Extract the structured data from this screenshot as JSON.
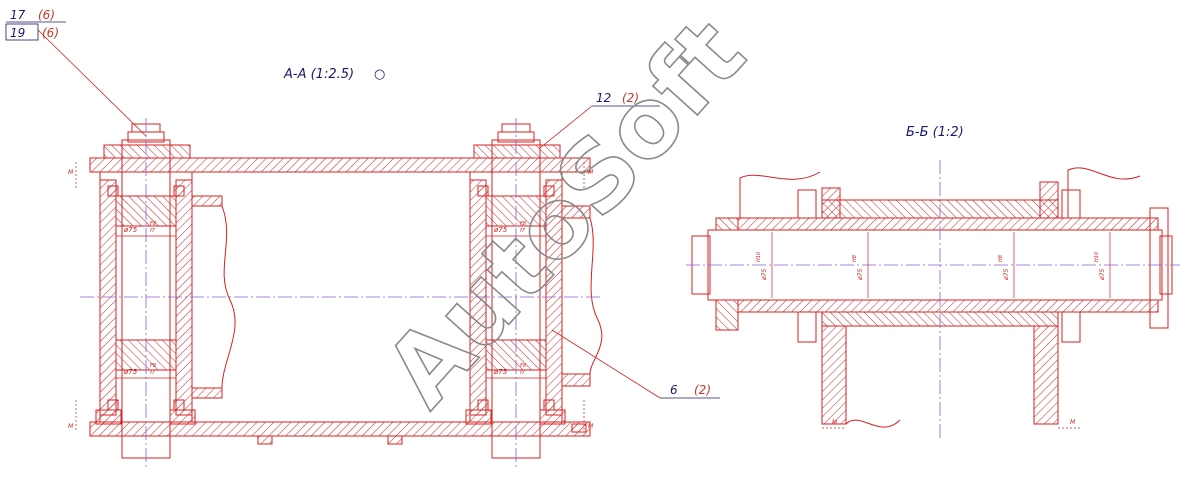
{
  "colors": {
    "outline": "#d42020",
    "hatch": "#d42020",
    "axis": "#8a5fd0",
    "text_primary": "#1a1a6e",
    "text_secondary": "#c0392b",
    "dim": "#d42020",
    "watermark_stroke": "#8a8a8a"
  },
  "view_a": {
    "title": "А-А (1:2.5)",
    "title_mark": "○"
  },
  "view_b": {
    "title": "Б-Б (1:2)"
  },
  "callouts": {
    "c17": {
      "num": "17",
      "qty": "(6)"
    },
    "c19": {
      "num": "19",
      "qty": "(6)"
    },
    "c12": {
      "num": "12",
      "qty": "(2)"
    },
    "c6": {
      "num": "6",
      "qty": "(2)"
    }
  },
  "dimension_labels": {
    "fit_small": "ø75",
    "fit_upper": "F8",
    "fit_lower": "f7",
    "fit_b_upper": "H8",
    "fit_b_lower": "f7",
    "fit_b_end_upper": "H10",
    "fit_b_end_lower": "f9",
    "m_label": "M"
  },
  "watermark": {
    "text": "AutoSoft"
  }
}
